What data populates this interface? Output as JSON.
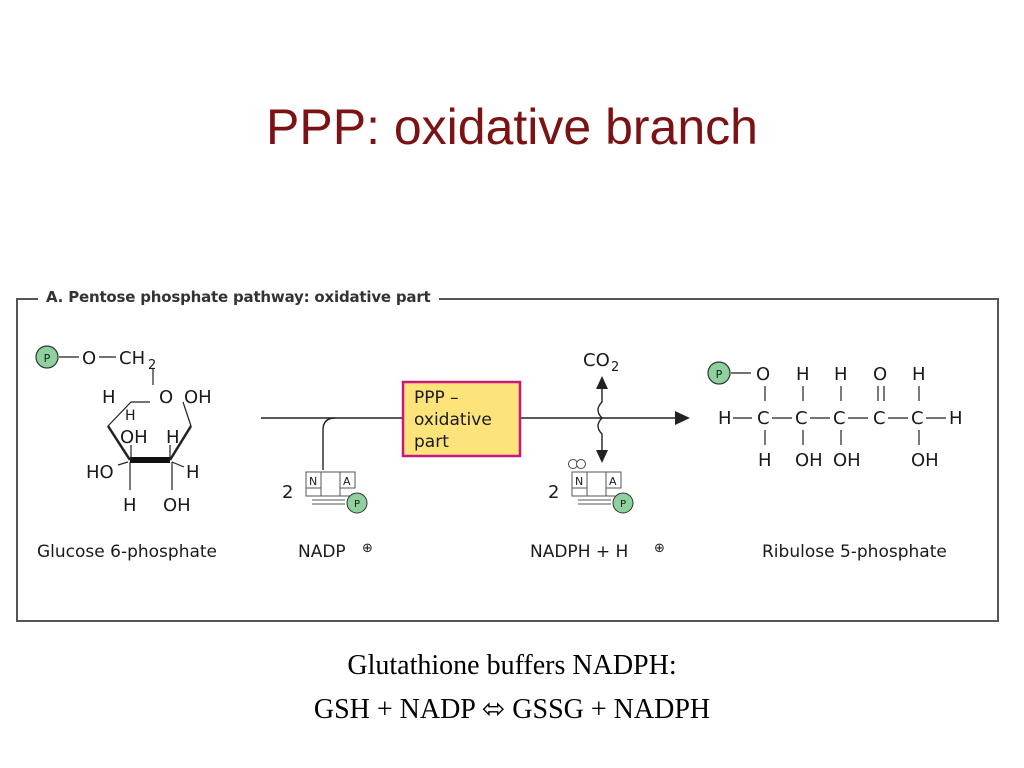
{
  "slide": {
    "title": "PPP: oxidative branch"
  },
  "figure": {
    "title": "A. Pentose phosphate pathway: oxidative part",
    "enzyme_box": [
      "PPP –",
      "oxidative",
      "part"
    ],
    "phosphate_symbol": "P",
    "labels": {
      "glucose": "Glucose 6-phosphate",
      "nadp": "NADP",
      "nadph": "NADPH + H",
      "ribulose": "Ribulose 5-phosphate",
      "co2": "CO",
      "co2_sub": "2",
      "stoich_nadp": "2",
      "stoich_nadph": "2",
      "charge": "⊕",
      "nucleotide_n": "N",
      "nucleotide_a": "A"
    },
    "colors": {
      "enzyme_fill": "#fde47a",
      "enzyme_border": "#c8177e",
      "phosphate_fill": "#8fd19e"
    }
  },
  "caption": {
    "line1": "Glutathione buffers NADPH:",
    "line2": "GSH + NADP ⬄ GSSG + NADPH"
  }
}
